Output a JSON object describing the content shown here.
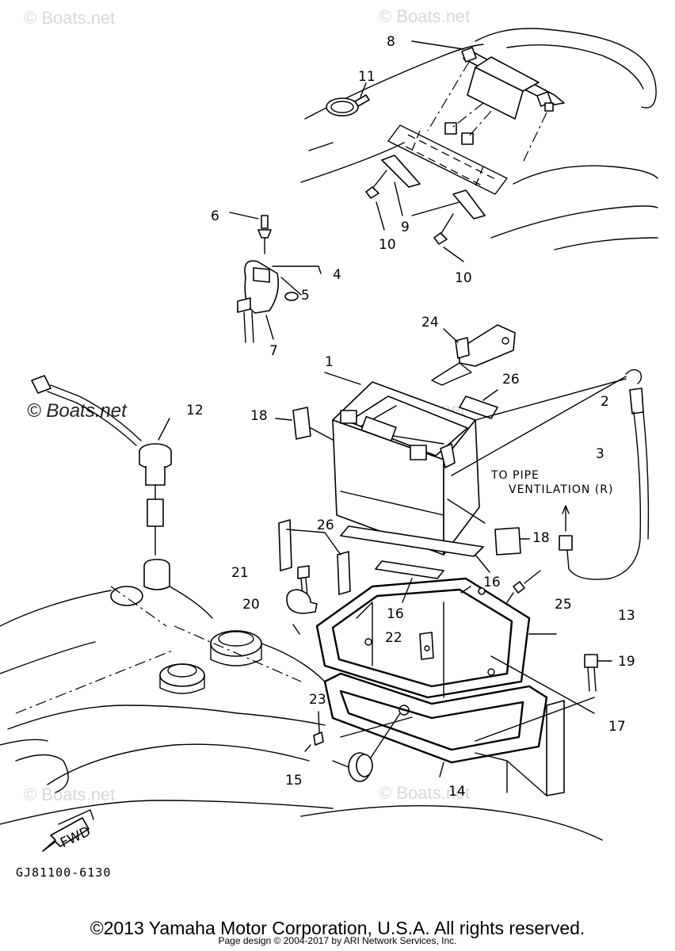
{
  "watermarks": [
    "© Boats.net",
    "© Boats.net",
    "© Boats.net",
    "© Boats.net",
    "© Boats.net",
    "© Boats.net"
  ],
  "callouts": [
    "1",
    "2",
    "3",
    "4",
    "5",
    "6",
    "7",
    "8",
    "9",
    "10",
    "10",
    "11",
    "12",
    "13",
    "14",
    "15",
    "16",
    "16",
    "17",
    "18",
    "18",
    "19",
    "20",
    "21",
    "22",
    "23",
    "24",
    "25",
    "26",
    "26"
  ],
  "note_line1": "TO PIPE",
  "note_line2": "VENTILATION (R)",
  "fwd_label": "FWD",
  "diagram_code": "GJ81100-6130",
  "copyright": "©2013 Yamaha Motor Corporation, U.S.A. All rights reserved.",
  "page_design": "Page design © 2004-2017 by ARI Network Services, Inc."
}
